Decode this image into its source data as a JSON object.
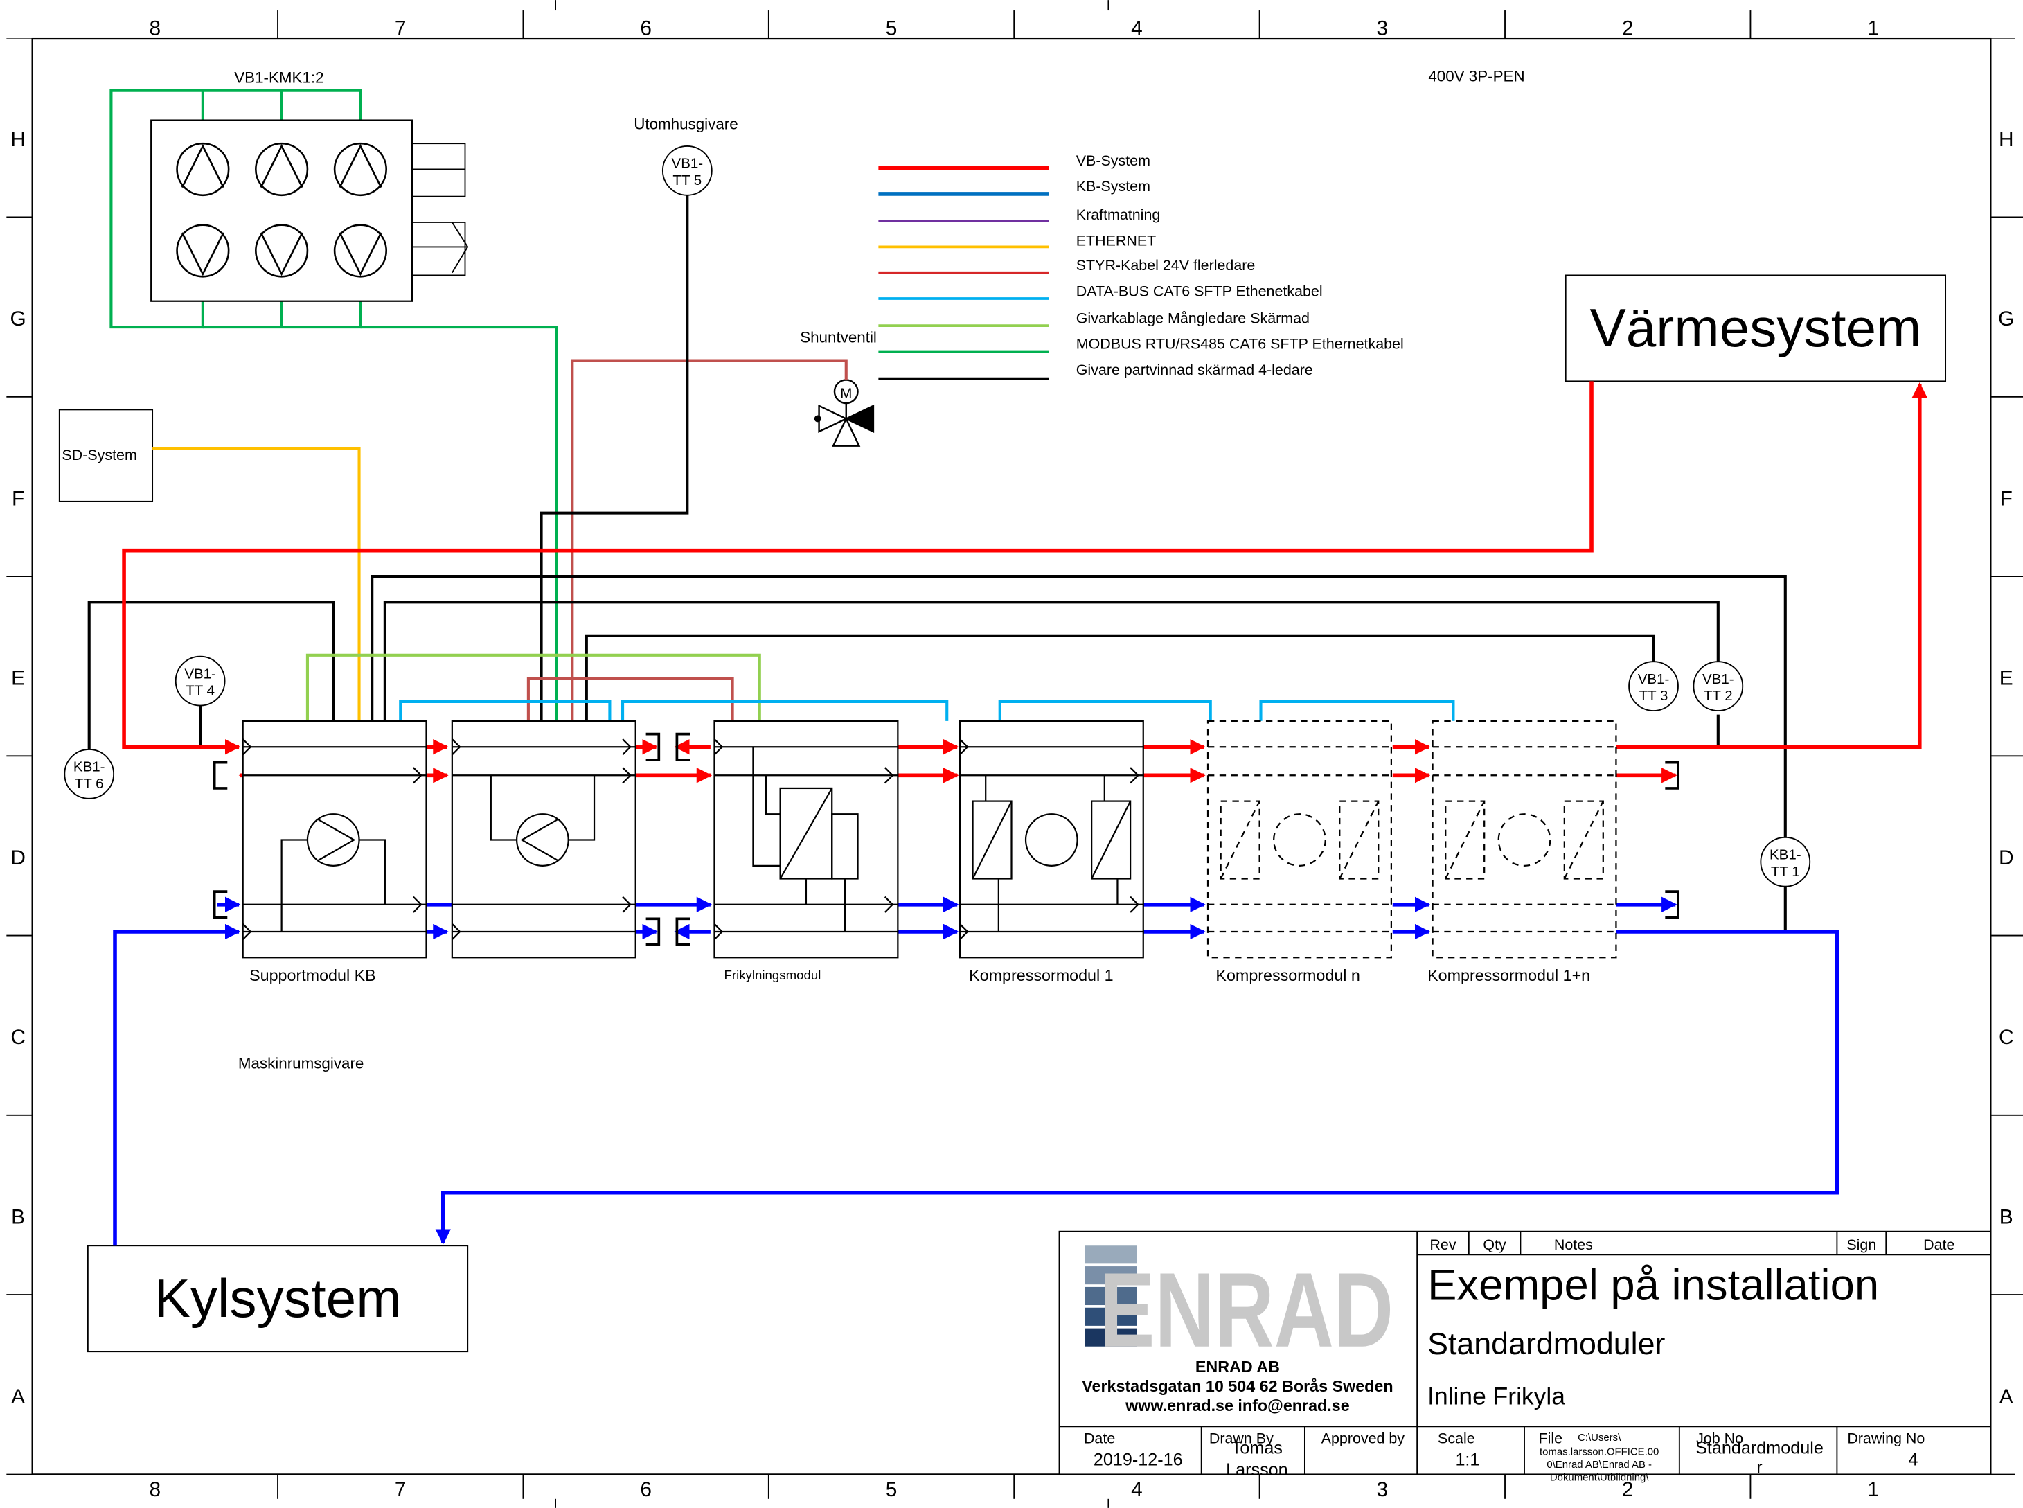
{
  "border": {
    "columns": [
      "8",
      "7",
      "6",
      "5",
      "4",
      "3",
      "2",
      "1"
    ],
    "rows": [
      "H",
      "G",
      "F",
      "E",
      "D",
      "C",
      "B",
      "A"
    ]
  },
  "labels": {
    "kmk": "VB1-KMK1:2",
    "power": "400V 3P-PEN",
    "outdoor_sensor": "Utomhusgivare",
    "shunt": "Shuntventil",
    "sd_system": "SD-System",
    "machine_room_sensor": "Maskinrumsgivare"
  },
  "sensors": {
    "vb1_tt5": [
      "VB1-",
      "TT 5"
    ],
    "vb1_tt4": [
      "VB1-",
      "TT 4"
    ],
    "kb1_tt6": [
      "KB1-",
      "TT 6"
    ],
    "vb1_tt3": [
      "VB1-",
      "TT 3"
    ],
    "vb1_tt2": [
      "VB1-",
      "TT 2"
    ],
    "kb1_tt1": [
      "KB1-",
      "TT 1"
    ]
  },
  "legend": [
    {
      "label": "VB-System",
      "color": "#ff0000"
    },
    {
      "label": "KB-System",
      "color": "#0070c0"
    },
    {
      "label": "Kraftmatning",
      "color": "#1a3cff"
    },
    {
      "label": "ETHERNET",
      "color": "#7030a0"
    },
    {
      "label": "STYR-Kabel 24V flerledare",
      "color": "#ffc000"
    },
    {
      "label": "DATA-BUS CAT6 SFTP Ethenetkabel",
      "color": "#d62728"
    },
    {
      "label": "Givarkablage Mångledare Skärmad",
      "color": "#00b0f0"
    },
    {
      "label": "MODBUS RTU/RS485 CAT6 SFTP Ethernetkabel",
      "color": "#92d050"
    },
    {
      "label": "Givare partvinnad skärmad 4-ledare",
      "color": "#00b050"
    },
    {
      "color": "#000000"
    }
  ],
  "colors": {
    "vb": "#ff0000",
    "kb": "#0000ff",
    "black": "#000000",
    "green": "#00b050",
    "lightgreen": "#92d050",
    "cyan": "#00b0f0",
    "orange": "#ffc000",
    "brownred": "#c0504d"
  },
  "systems": {
    "heating": "Värmesystem",
    "cooling": "Kylsystem"
  },
  "modules": [
    "Supportmodul KB",
    "Frikylningsmodul",
    "Kompressormodul 1",
    "Kompressormodul n",
    "Kompressormodul 1+n"
  ],
  "title_block": {
    "company": "ENRAD AB",
    "address": "Verkstadsgatan 10 504 62 Borås Sweden",
    "web": "www.enrad.se info@enrad.se",
    "logo_text": "ENRAD",
    "rev_header": "Rev",
    "qty_header": "Qty",
    "notes_header": "Notes",
    "sign_header": "Sign",
    "date_header": "Date",
    "title": "Exempel på installation",
    "subtitle": "Standardmoduler",
    "subtitle2": "Inline Frikyla",
    "date_label": "Date",
    "date_value": "2019-12-16",
    "drawn_by_label": "Drawn By",
    "drawn_by_value": [
      "Tomas",
      "Larsson"
    ],
    "approved_label": "Approved by",
    "scale_label": "Scale",
    "scale_value": "1:1",
    "file_label": "File",
    "file_value": [
      "C:\\Users\\",
      "tomas.larsson.OFFICE.00",
      "0\\Enrad AB\\Enrad AB -",
      "Dokument\\Utbildning\\"
    ],
    "job_label": "Job No",
    "job_value": [
      "Standardmodule",
      "r"
    ],
    "drawing_label": "Drawing No",
    "drawing_value": "4"
  }
}
